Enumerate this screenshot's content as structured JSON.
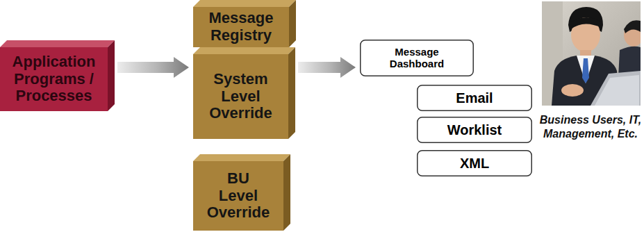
{
  "diagram": {
    "nodes": [
      {
        "text": [
          "Application Programs / Processes"
        ]
      },
      {
        "text": [
          "Message Registry"
        ]
      },
      {
        "text": [
          "System Level Override"
        ]
      },
      {
        "text": [
          "BU Level Override"
        ]
      },
      {
        "text": [
          "Message Dashboard"
        ]
      },
      {
        "text": [
          "Email"
        ]
      },
      {
        "text": [
          "Worklist"
        ]
      },
      {
        "text": [
          "XML"
        ]
      }
    ],
    "edges": [
      {
        "from": 0,
        "to": 2,
        "arrow": "to"
      },
      {
        "from": 2,
        "to": 4,
        "arrow": "to"
      }
    ],
    "labels": [
      "Business Users, IT, Management, Etc."
    ]
  }
}
